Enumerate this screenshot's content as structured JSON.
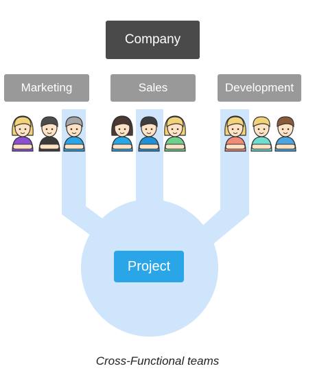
{
  "diagram": {
    "top_node": "Company",
    "departments": [
      {
        "label": "Marketing"
      },
      {
        "label": "Sales"
      },
      {
        "label": "Development"
      }
    ],
    "hub": "Project",
    "caption": "Cross-Functional teams"
  },
  "colors": {
    "company_box": "#4a4a4a",
    "department_box": "#999999",
    "project_box": "#2aa6e8",
    "connector": "#cfe5fb",
    "skin": "#fde2c4",
    "outline": "#333333"
  },
  "people": [
    {
      "team": "marketing",
      "hair": "#f3d37a",
      "shirt": "#8c4fd1",
      "hair_style": "long"
    },
    {
      "team": "marketing",
      "hair": "#4d4d4d",
      "shirt": "#3b3b3b",
      "hair_style": "short"
    },
    {
      "team": "marketing",
      "hair": "#a5a5a5",
      "shirt": "#2aa6e8",
      "hair_style": "short"
    },
    {
      "team": "sales",
      "hair": "#4d3a34",
      "shirt": "#2aa6e8",
      "hair_style": "long"
    },
    {
      "team": "sales",
      "hair": "#3e3e3e",
      "shirt": "#1f8fd6",
      "hair_style": "short"
    },
    {
      "team": "sales",
      "hair": "#f3d37a",
      "shirt": "#6fcf8f",
      "hair_style": "long"
    },
    {
      "team": "development",
      "hair": "#f3d37a",
      "shirt": "#f28a7a",
      "hair_style": "long"
    },
    {
      "team": "development",
      "hair": "#f3d37a",
      "shirt": "#6fdcd0",
      "hair_style": "short"
    },
    {
      "team": "development",
      "hair": "#8a5a3a",
      "shirt": "#4aa6e0",
      "hair_style": "short"
    }
  ]
}
